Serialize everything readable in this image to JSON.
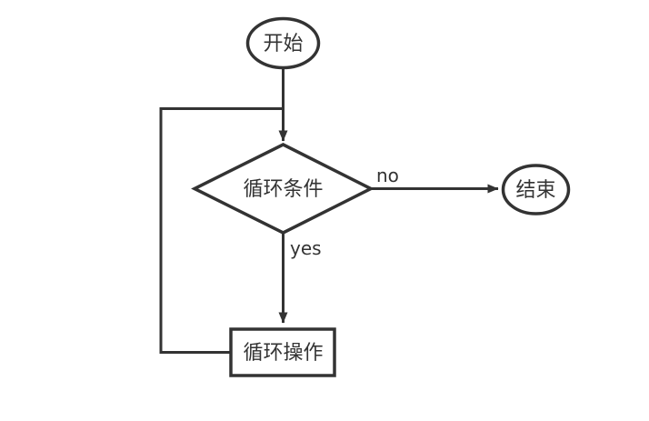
{
  "diagram": {
    "type": "flowchart",
    "background_color": "#ffffff",
    "line_color": "#333333",
    "text_color": "#333333",
    "nodes": {
      "start": {
        "label": "开始",
        "shape": "ellipse"
      },
      "condition": {
        "label": "循环条件",
        "shape": "diamond"
      },
      "operation": {
        "label": "循环操作",
        "shape": "rectangle"
      },
      "end": {
        "label": "结束",
        "shape": "ellipse"
      }
    },
    "edges": [
      {
        "from": "start",
        "to": "condition",
        "label": ""
      },
      {
        "from": "condition",
        "to": "end",
        "label": "no"
      },
      {
        "from": "condition",
        "to": "operation",
        "label": "yes"
      },
      {
        "from": "operation",
        "to": "condition",
        "label": ""
      }
    ]
  }
}
